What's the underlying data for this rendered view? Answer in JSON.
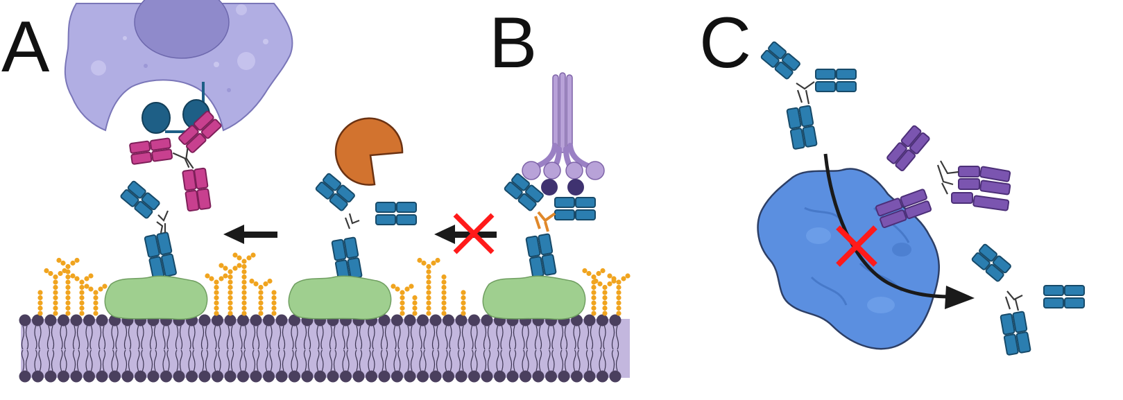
{
  "panels": {
    "a": {
      "label": "A"
    },
    "b": {
      "label": "B"
    },
    "c": {
      "label": "C"
    }
  },
  "colors": {
    "igg_blue": "#2b7eb0",
    "igg_blue_dark": "#1b4f72",
    "igg_magenta": "#c8408f",
    "igg_purple": "#7b55b0",
    "immune_cell": "#b1aee3",
    "nucleus": "#8f8acb",
    "fc_receptor": "#1e5f86",
    "protease": "#d2732f",
    "antigen_green": "#9fcf8f",
    "glycan_orange": "#f0a41f",
    "membrane_head": "#4a3f5e",
    "membrane_fill": "#c3b7de",
    "target_protein": "#5b8fe0",
    "inhibition_mark": "#ff1a1a",
    "arrow": "#1a1a1a"
  }
}
